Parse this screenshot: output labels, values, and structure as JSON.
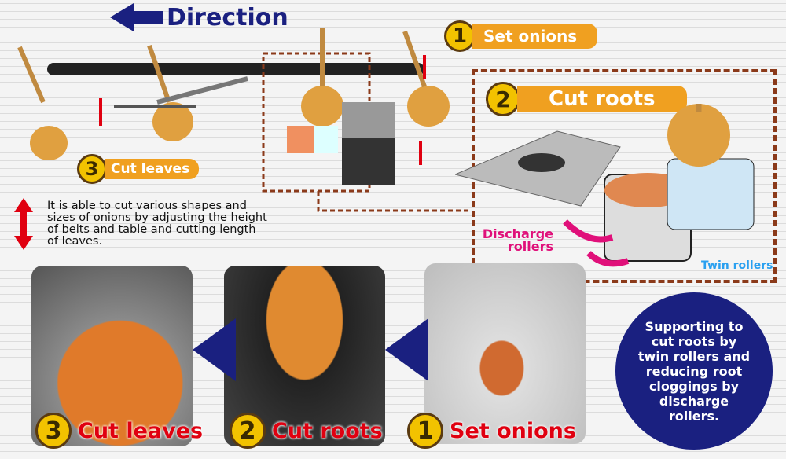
{
  "direction": {
    "label": "Direction"
  },
  "steps": [
    {
      "number": "1",
      "label": "Set onions"
    },
    {
      "number": "2",
      "label": "Cut roots"
    },
    {
      "number": "3",
      "label": "Cut leaves"
    }
  ],
  "note": "It is able to cut various shapes and sizes of onions by adjusting the height of belts and table and cutting length of leaves.",
  "labels": {
    "discharge": "Discharge rollers",
    "twin": "Twin rollers"
  },
  "photo_captions": [
    {
      "number": "3",
      "label": "Cut leaves"
    },
    {
      "number": "2",
      "label": "Cut roots"
    },
    {
      "number": "1",
      "label": "Set onions"
    }
  ],
  "callout": "Supporting to cut roots by twin rollers and reducing root cloggings by discharge rollers.",
  "colors": {
    "accent": "#f0a020",
    "navy": "#1a2080",
    "red": "#e00010",
    "magenta": "#e0107a",
    "blue": "#2aa0f0"
  }
}
